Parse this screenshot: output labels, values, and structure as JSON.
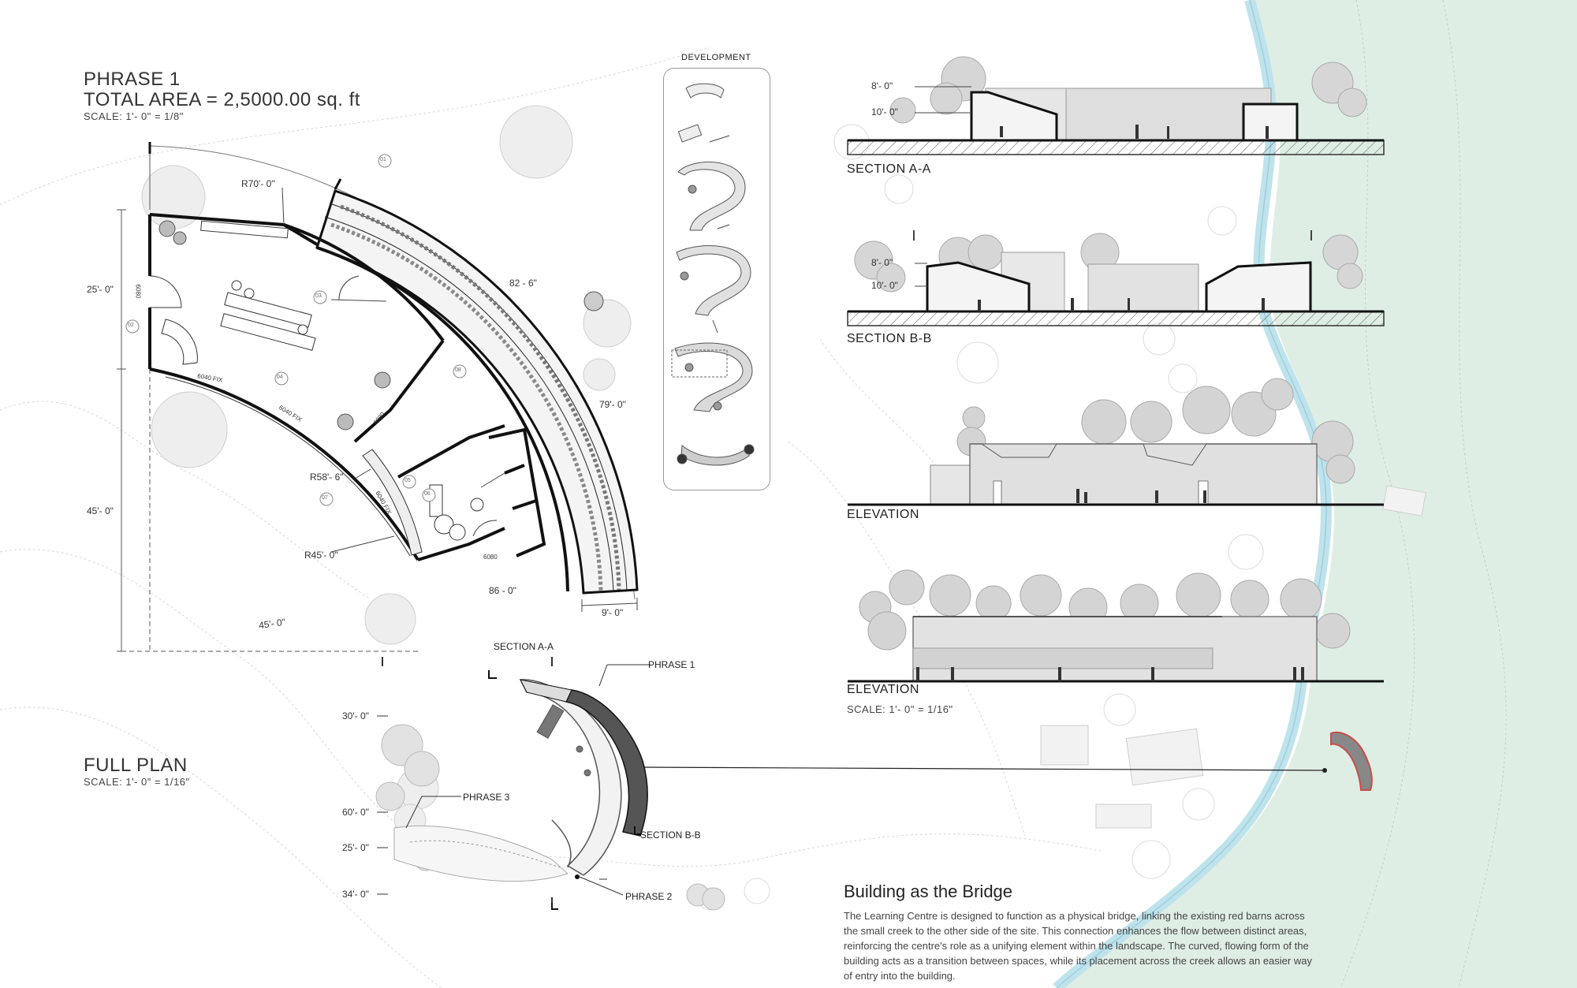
{
  "phase_title": {
    "line1": "PHRASE 1",
    "line2": "TOTAL AREA = 2,5000.00 sq. ft",
    "scale": "SCALE: 1'- 0\" = 1/8\""
  },
  "full_plan": {
    "title": "FULL PLAN",
    "scale": "SCALE: 1'- 0\" = 1/16\"",
    "labels": {
      "section_aa": "SECTION A-A",
      "phrase1": "PHRASE 1",
      "phrase2": "PHRASE 2",
      "phrase3": "PHRASE 3",
      "section_bb": "SECTION B-B"
    },
    "dims": [
      "30'- 0\"",
      "60'- 0\"",
      "25'- 0\"",
      "34'- 0\""
    ]
  },
  "development": {
    "title": "DEVELOPMENT"
  },
  "plan_dims": {
    "r70": "R70'- 0\"",
    "d82": "82 - 6\"",
    "d79": "79'- 0\"",
    "r58": "R58'- 6\"",
    "r45": "R45'- 0\"",
    "d86": "86 - 0\"",
    "d9": "9'- 0\"",
    "d45b": "45'- 0\"",
    "d25": "25'- 0\"",
    "d45a": "45'- 0\"",
    "w1": "6040 FIX",
    "w2": "6040 FIX",
    "w3": "6040 FIX",
    "door1": "6080",
    "door2": "6080",
    "door3": "6080"
  },
  "room_tags": [
    "01",
    "02",
    "03",
    "04",
    "05",
    "06",
    "07",
    "08"
  ],
  "sections": {
    "aa": {
      "label": "SECTION A-A",
      "dim_top": "8'- 0\"",
      "dim_bottom": "10'- 0\""
    },
    "bb": {
      "label": "SECTION B-B",
      "dim_top": "8'- 0\"",
      "dim_bottom": "10'- 0\""
    },
    "elev1": {
      "label": "ELEVATION"
    },
    "elev2": {
      "label": "ELEVATION",
      "scale": "SCALE: 1'- 0\" = 1/16\""
    }
  },
  "description": {
    "heading": "Building as the Bridge",
    "body": "The Learning Centre is designed to function as a physical bridge, linking the existing red barns across the small creek to the other side of the site. This connection enhances the flow between distinct areas, reinforcing the centre's role as a unifying element within the landscape. The curved, flowing form of the building acts as a transition between spaces, while its placement across the creek allows an easier way of entry into the building."
  },
  "colors": {
    "landscape_green": "#dfeee4",
    "creek_blue": "#bfe3ec",
    "wall": "#111111",
    "site_marker": "#c94c4c"
  }
}
